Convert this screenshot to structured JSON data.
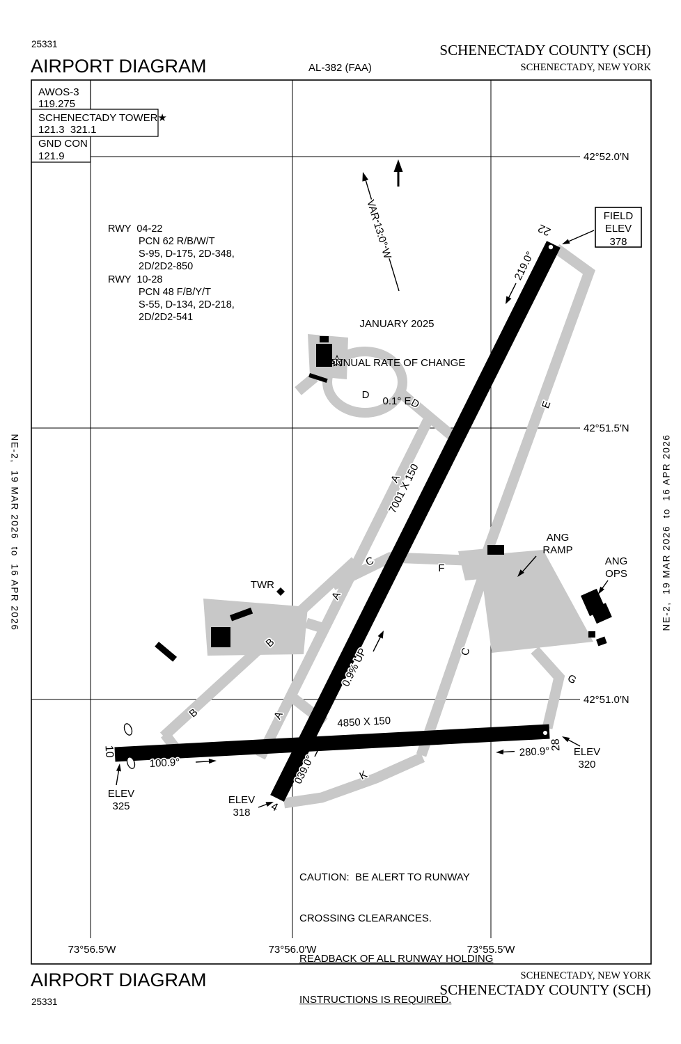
{
  "header": {
    "chart_number": "25331",
    "title": "AIRPORT DIAGRAM",
    "al_number": "AL-382 (FAA)",
    "airport_name": "SCHENECTADY COUNTY (SCH)",
    "city": "SCHENECTADY, NEW YORK"
  },
  "footer": {
    "chart_number": "25331",
    "title": "AIRPORT DIAGRAM",
    "airport_name": "SCHENECTADY COUNTY (SCH)",
    "city": "SCHENECTADY, NEW YORK"
  },
  "edition": {
    "left": "NE-2,  19 MAR 2026  to  16 APR 2026",
    "right": "NE-2,  19 MAR 2026  to  16 APR 2026"
  },
  "comms": {
    "awos_label": "AWOS-3",
    "awos_freq": "119.275",
    "tower_label": "SCHENECTADY TOWER★",
    "tower_freqs": "121.3  321.1",
    "gnd_label": "GND CON",
    "gnd_freq": "121.9"
  },
  "runway_data": {
    "rwy1_title": "RWY  04-22",
    "rwy1_pcn": "PCN 62 R/B/W/T",
    "rwy1_l2": "S-95, D-175, 2D-348,",
    "rwy1_l3": "2D/2D2-850",
    "rwy2_title": "RWY  10-28",
    "rwy2_pcn": "PCN 48 F/B/Y/T",
    "rwy2_l2": "S-55, D-134, 2D-218,",
    "rwy2_l3": "2D/2D2-541"
  },
  "variation": {
    "var_text": "VAR 13.0° W",
    "month": "JANUARY 2025",
    "rate_l1": "ANNUAL RATE OF CHANGE",
    "rate_l2": "0.1° E"
  },
  "field_elev": {
    "l1": "FIELD",
    "l2": "ELEV",
    "l3": "378"
  },
  "graticule": {
    "lat_top": "42°52.0′N",
    "lat_mid": "42°51.5′N",
    "lat_bot": "42°51.0′N",
    "lon_left": "73°56.5′W",
    "lon_mid": "73°56.0′W",
    "lon_right": "73°55.5′W"
  },
  "runway_0422": {
    "num_ne": "22",
    "num_sw": "4",
    "dim": "7001 X 150",
    "hdg_ne": "219.0°",
    "hdg_sw": "039.0°",
    "slope": "0.9% UP"
  },
  "runway_1028": {
    "num_w": "10",
    "num_e": "28",
    "dim": "4850 X 150",
    "hdg_w": "100.9°",
    "hdg_e": "280.9°"
  },
  "elevations": {
    "label": "ELEV",
    "rwy10": "325",
    "rwy4": "318",
    "rwy28": "320"
  },
  "taxiways": {
    "a": "A",
    "b": "B",
    "c": "C",
    "d": "D",
    "e": "E",
    "f": "F",
    "g": "G",
    "k": "K"
  },
  "facilities": {
    "tower": "TWR",
    "ang_ramp_l1": "ANG",
    "ang_ramp_l2": "RAMP",
    "ang_ops_l1": "ANG",
    "ang_ops_l2": "OPS"
  },
  "caution": {
    "l1": "CAUTION:  BE ALERT TO RUNWAY",
    "l2": "CROSSING CLEARANCES.",
    "l3": "READBACK OF ALL RUNWAY HOLDING",
    "l4": "INSTRUCTIONS IS REQUIRED."
  },
  "colors": {
    "taxiway_gray": "#c8c8c8",
    "ink": "#000000"
  }
}
